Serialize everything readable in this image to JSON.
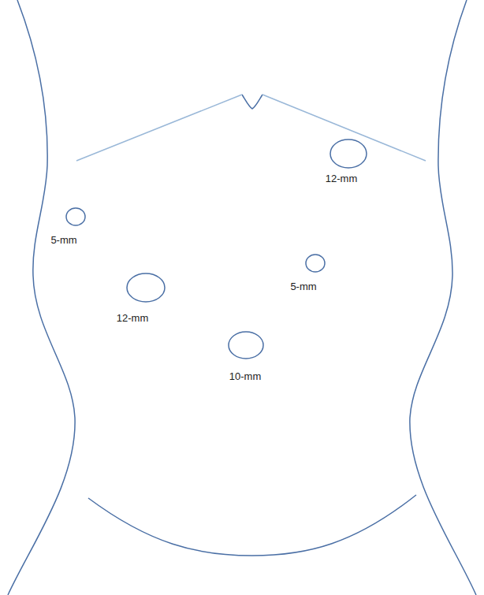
{
  "diagram": {
    "labels": [
      "12-mm",
      "5-mm",
      "5-mm",
      "12-mm",
      "10-mm"
    ]
  }
}
